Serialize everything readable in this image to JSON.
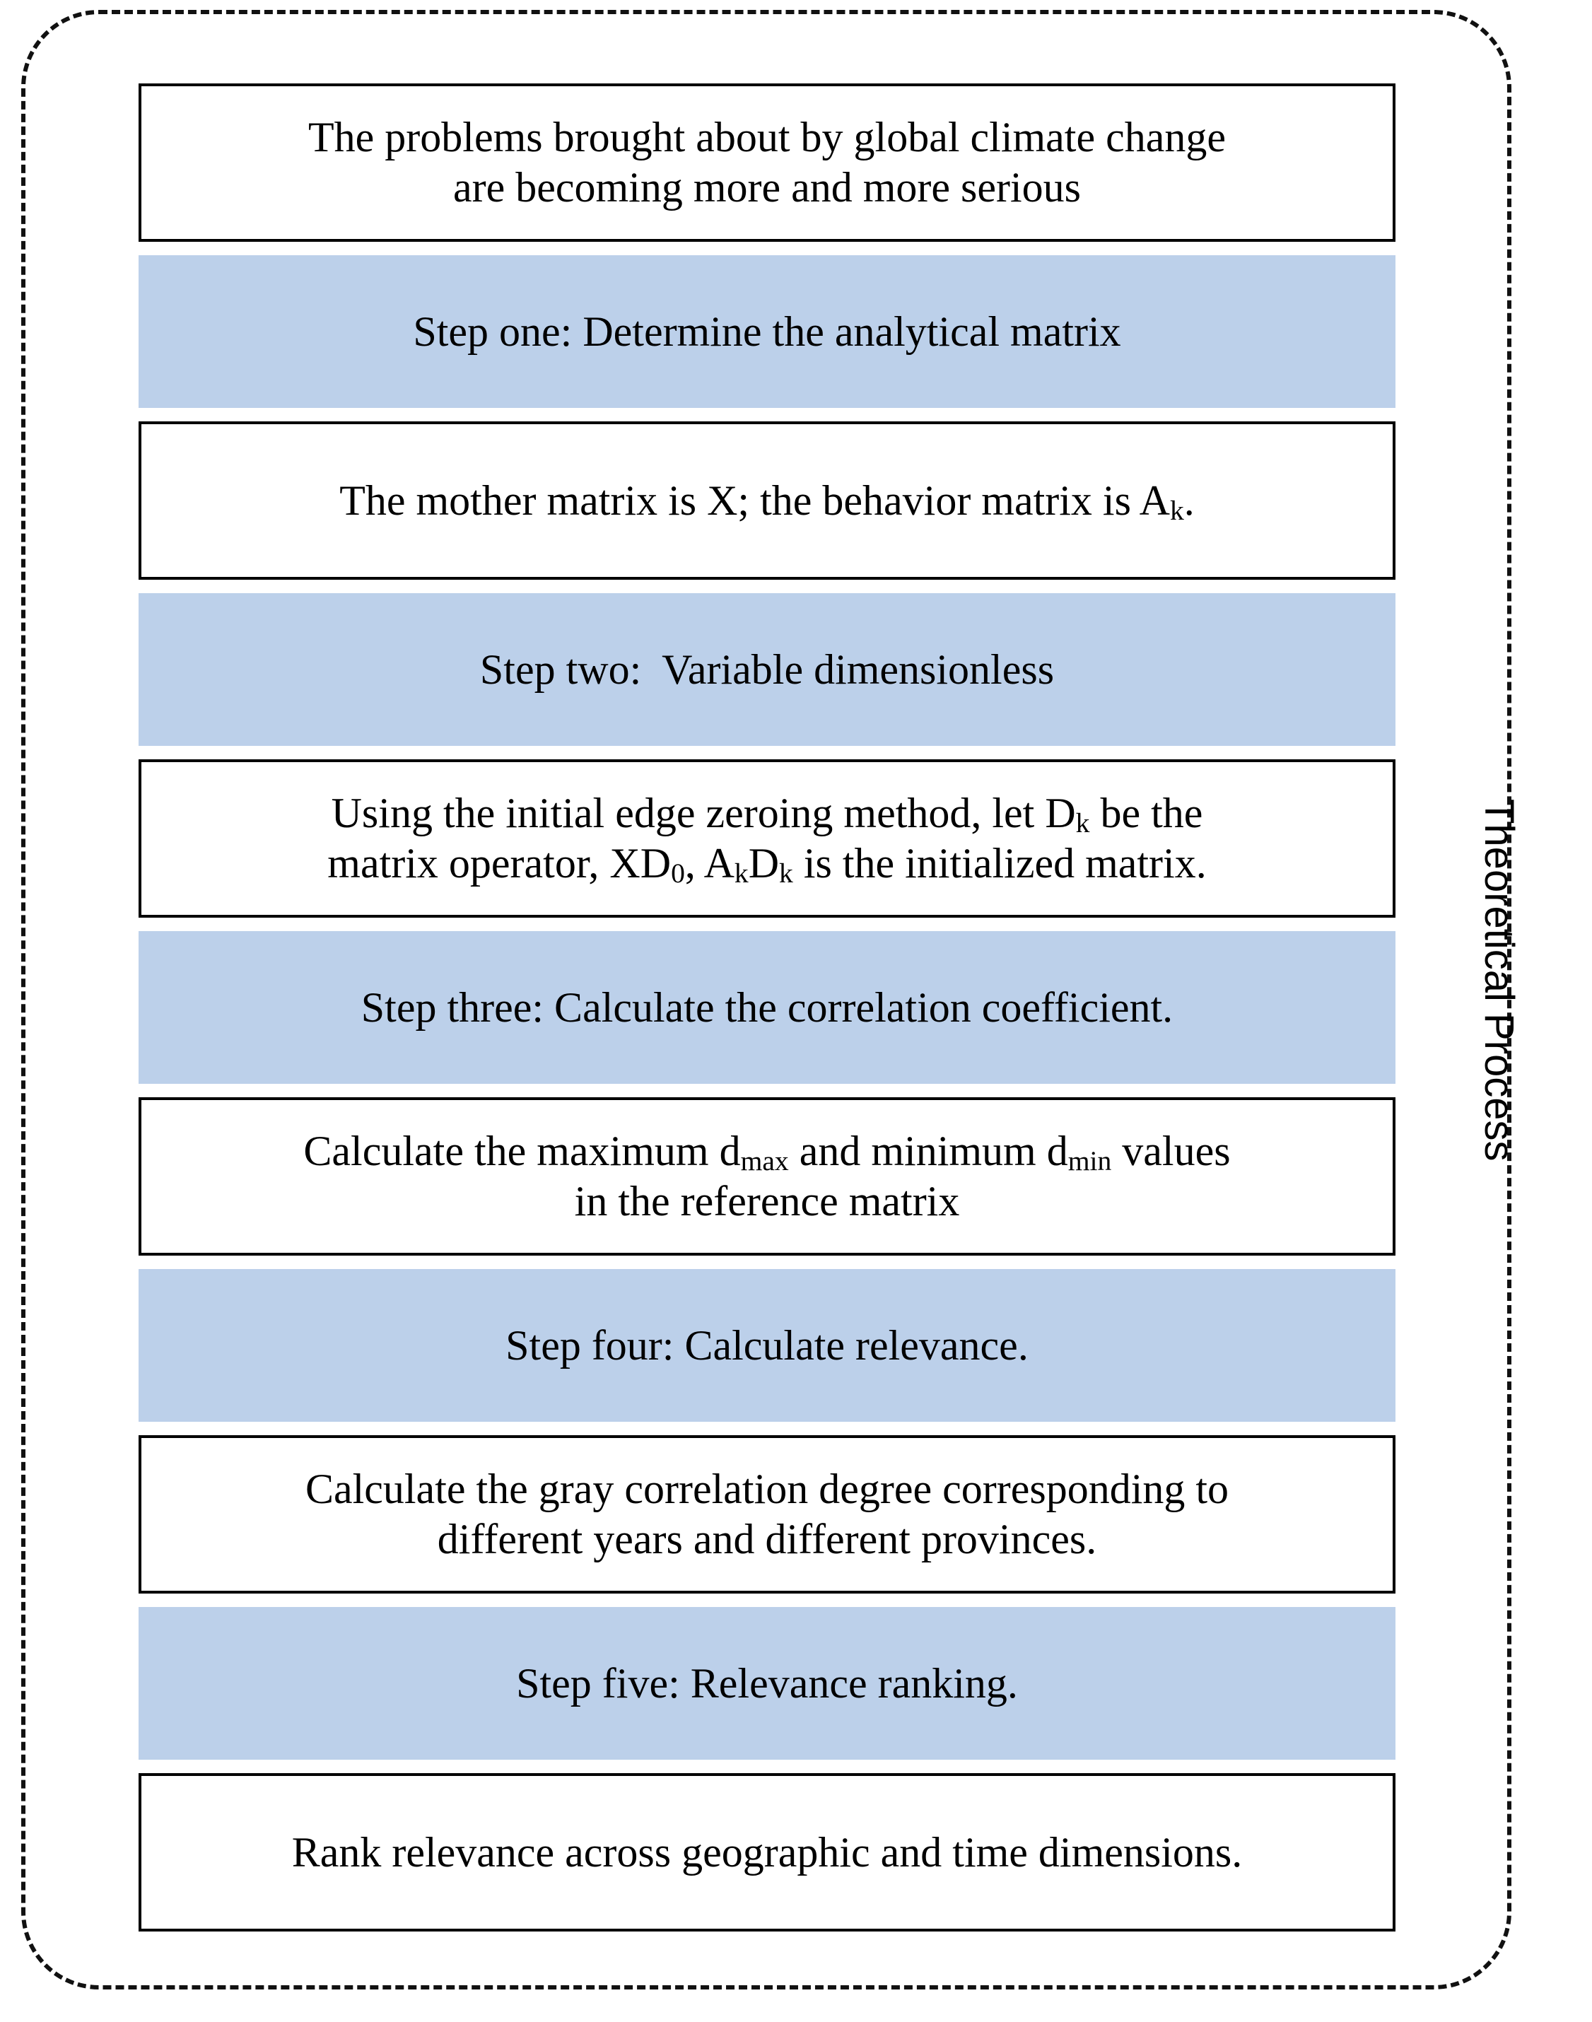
{
  "frame": {
    "side_label": "Theoretical Process",
    "border_style": "dashed",
    "border_color": "#111111"
  },
  "colors": {
    "step_box_fill": "#bcd0ea",
    "content_box_fill": "#ffffff",
    "box_border": "#000000",
    "text": "#000000"
  },
  "flow": {
    "boxes": [
      {
        "kind": "content",
        "name": "intro-problem-statement",
        "text": "The problems brought about by global climate change\nare becoming more and more serious"
      },
      {
        "kind": "step",
        "name": "step-one-header",
        "text": "Step one: Determine the analytical matrix"
      },
      {
        "kind": "content",
        "name": "step-one-detail",
        "text_parts": [
          {
            "t": "The mother matrix is X; the behavior matrix is A"
          },
          {
            "t": "k",
            "sub": true
          },
          {
            "t": "."
          }
        ]
      },
      {
        "kind": "step",
        "name": "step-two-header",
        "text": "Step two:  Variable dimensionless"
      },
      {
        "kind": "content",
        "name": "step-two-detail",
        "text_parts": [
          {
            "t": "Using the initial edge zeroing method, let D"
          },
          {
            "t": "k",
            "sub": true
          },
          {
            "t": " be the\nmatrix operator, XD"
          },
          {
            "t": "0",
            "sub": true
          },
          {
            "t": ", A"
          },
          {
            "t": "k",
            "sub": true
          },
          {
            "t": "D"
          },
          {
            "t": "k",
            "sub": true
          },
          {
            "t": " is the initialized matrix."
          }
        ]
      },
      {
        "kind": "step",
        "name": "step-three-header",
        "text": "Step three: Calculate the correlation coefficient."
      },
      {
        "kind": "content",
        "name": "step-three-detail",
        "text_parts": [
          {
            "t": "Calculate the maximum d"
          },
          {
            "t": "max",
            "sub": true
          },
          {
            "t": " and minimum d"
          },
          {
            "t": "min",
            "sub": true
          },
          {
            "t": " values\nin the reference matrix"
          }
        ]
      },
      {
        "kind": "step",
        "name": "step-four-header",
        "text": "Step four: Calculate relevance."
      },
      {
        "kind": "content",
        "name": "step-four-detail",
        "text": "Calculate the gray correlation degree corresponding to\ndifferent years and different provinces."
      },
      {
        "kind": "step",
        "name": "step-five-header",
        "text": "Step five: Relevance ranking."
      },
      {
        "kind": "content",
        "name": "step-five-detail",
        "text": "Rank relevance across geographic and time dimensions."
      }
    ]
  }
}
